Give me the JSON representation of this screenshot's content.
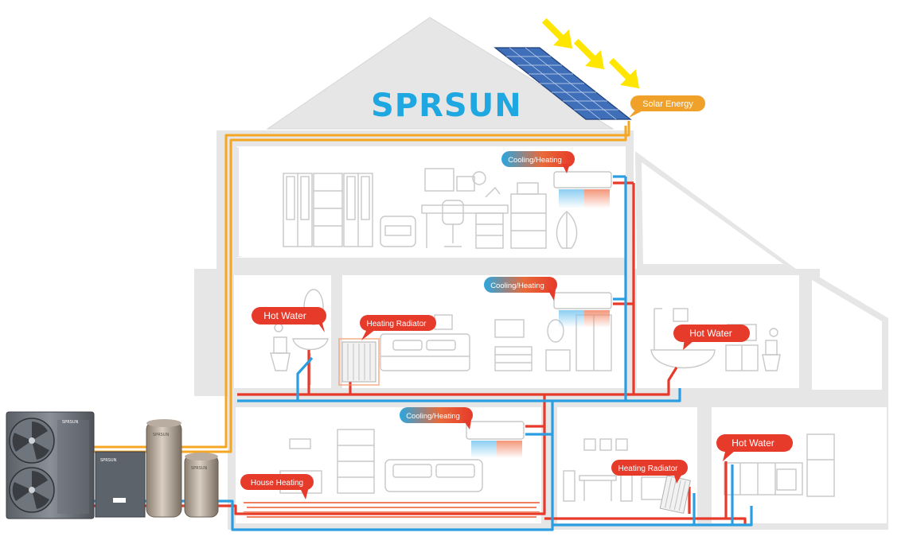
{
  "brand": {
    "logo": "SPRSUN",
    "unit_badge": "SPRSUN"
  },
  "callouts": {
    "solar_energy": "Solar Energy",
    "cooling_heating_top": "Cooling/Heating",
    "cooling_heating_middle": "Cooling/Heating",
    "cooling_heating_ground": "Cooling/Heating",
    "hot_water_bathroom_left": "Hot Water",
    "hot_water_bathroom_right": "Hot Water",
    "hot_water_kitchen": "Hot Water",
    "heating_radiator_bedroom": "Heating Radiator",
    "heating_radiator_dining": "Heating Radiator",
    "house_heating": "House Heating"
  },
  "colors": {
    "hot_pipe": "#e63a2a",
    "cold_pipe": "#2a9ee0",
    "solar_pipe": "#f5a623",
    "callout_red": "#e63a2a",
    "callout_orange": "#f0a12a",
    "callout_blue": "#2aa6e0",
    "logo_blue": "#1ea7e1",
    "wall_grey": "#e6e6e6",
    "room_white": "#ffffff",
    "sun_arrow": "#ffe600"
  },
  "icons": [
    "sun-arrow-icon",
    "solar-panel-icon",
    "heat-pump-outdoor-unit-icon",
    "indoor-control-unit-icon",
    "water-tank-icon",
    "air-conditioner-icon",
    "radiator-icon",
    "underfloor-heating-icon",
    "toilet-icon",
    "bathtub-icon",
    "sink-icon",
    "bed-icon",
    "sofa-icon",
    "desk-icon",
    "bookshelf-icon",
    "wardrobe-icon",
    "refrigerator-icon",
    "kitchen-cabinet-icon",
    "dining-table-icon"
  ]
}
